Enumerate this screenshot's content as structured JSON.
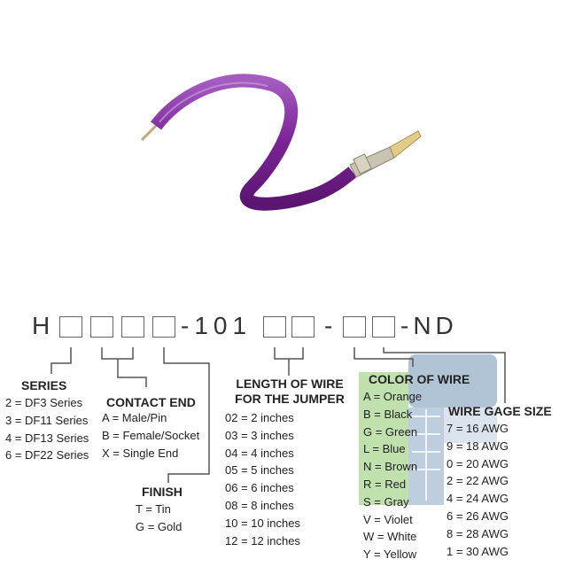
{
  "part_number": {
    "prefix": "H",
    "middle": "-101",
    "sep": "-",
    "suffix": "-ND"
  },
  "series": {
    "title": "SERIES",
    "items": [
      "2 = DF3 Series",
      "3 = DF11 Series",
      "4 = DF13 Series",
      "6 = DF22 Series"
    ]
  },
  "contact_end": {
    "title": "CONTACT END",
    "items": [
      "A = Male/Pin",
      "B = Female/Socket",
      "X = Single End"
    ]
  },
  "finish": {
    "title": "FINISH",
    "items": [
      "T = Tin",
      "G = Gold"
    ]
  },
  "length": {
    "title_line1": "LENGTH OF WIRE",
    "title_line2": "FOR THE JUMPER",
    "items": [
      "02 = 2 inches",
      "03 = 3 inches",
      "04 = 4 inches",
      "05 = 5 inches",
      "06 = 6 inches",
      "08 = 8 inches",
      "10 = 10 inches",
      "12 = 12 inches"
    ]
  },
  "color": {
    "title": "COLOR OF WIRE",
    "items": [
      "A = Orange",
      "B = Black",
      "G = Green",
      "L = Blue",
      "N = Brown",
      "R = Red",
      "S = Gray",
      "V = Violet",
      "W = White",
      "Y = Yellow"
    ]
  },
  "gage": {
    "title": "WIRE GAGE SIZE",
    "items": [
      "7 = 16 AWG",
      "9 = 18 AWG",
      "0 = 20 AWG",
      "2 = 22 AWG",
      "4 = 24 AWG",
      "6 = 26 AWG",
      "8 = 28 AWG",
      "1 = 30 AWG"
    ]
  },
  "colors": {
    "wire": "#7b2396",
    "line": "#555555",
    "watermark_green": "#8cc66b",
    "watermark_blue": "#6f93b5"
  }
}
